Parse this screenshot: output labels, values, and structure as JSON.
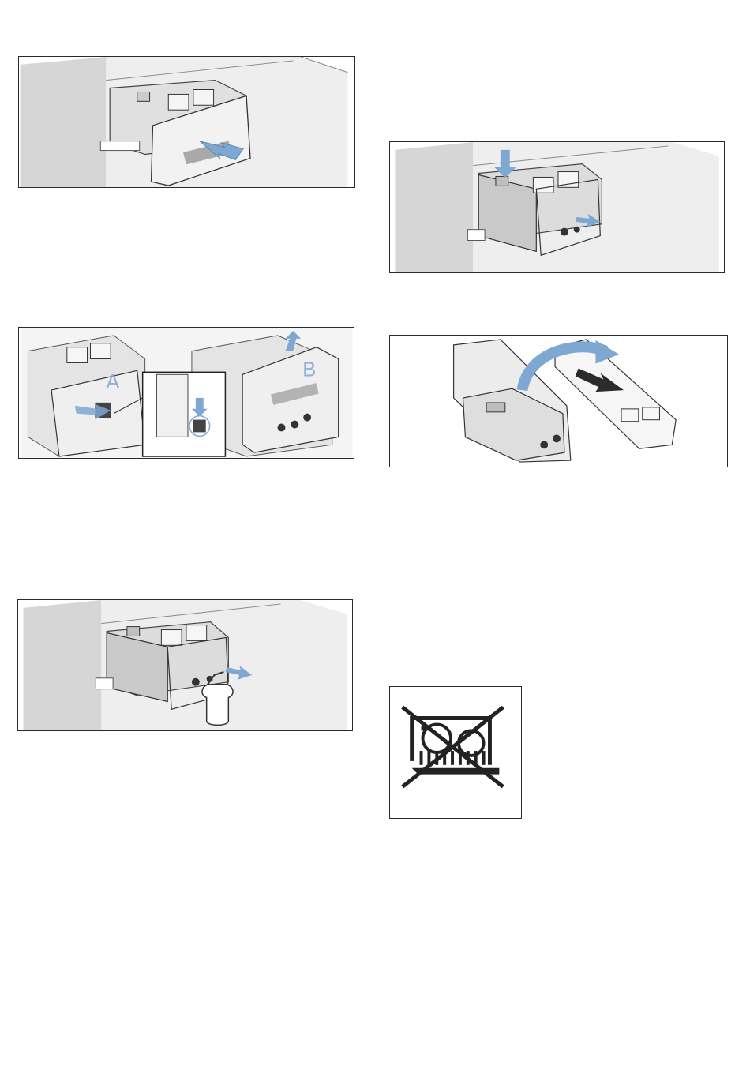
{
  "figures": [
    {
      "id": "drawer-pull-out"
    },
    {
      "id": "drawer-release-remove"
    },
    {
      "id": "syphon-insert-remove"
    },
    {
      "id": "drawer-cleaning-bottle"
    },
    {
      "id": "drawer-insert-cover"
    },
    {
      "id": "no-dishwasher-symbol"
    }
  ],
  "labels": {
    "a": "A",
    "b": "B"
  },
  "colors": {
    "arrow": "#7ea7d2",
    "arrow_dark": "#2b2b2b",
    "panel": "#d9d9d9",
    "panel_dark": "#bdbdbd",
    "drawer_front": "#efefef",
    "outline": "#333333",
    "frame": "#2a2a2a"
  }
}
